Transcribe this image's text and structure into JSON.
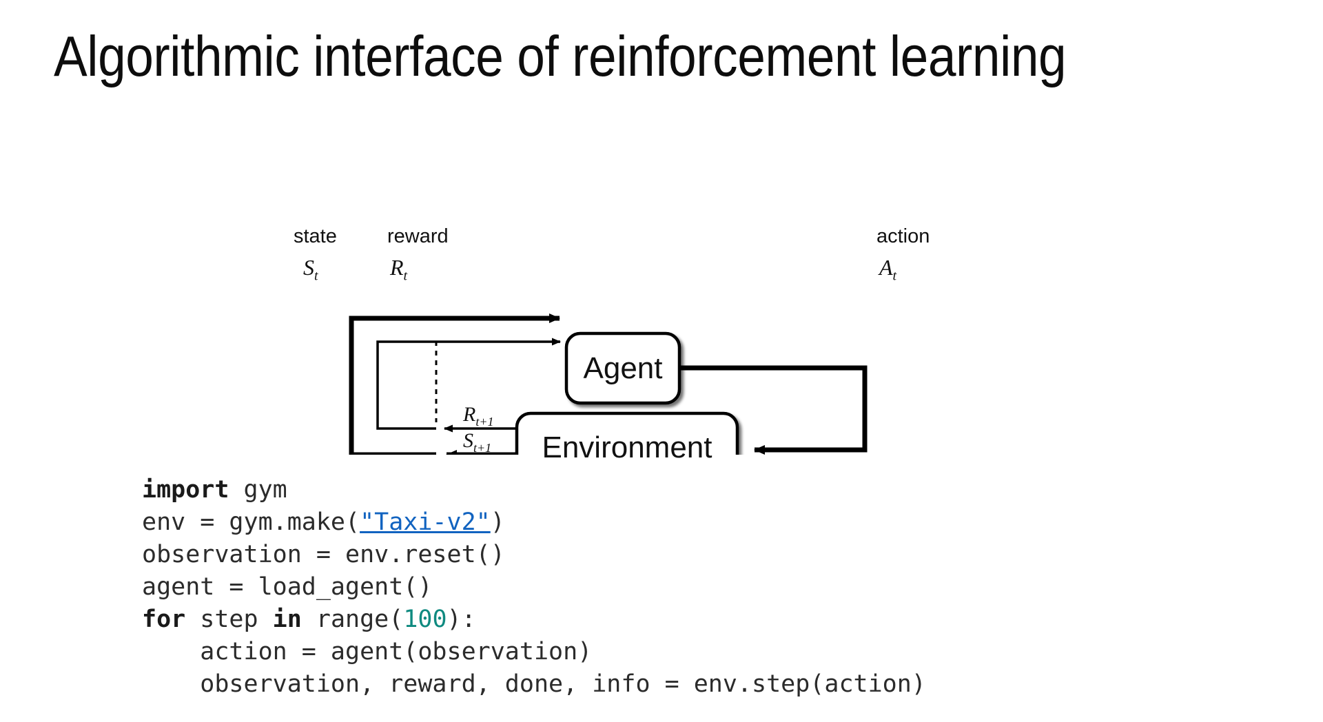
{
  "slide": {
    "title": "Algorithmic interface of reinforcement learning",
    "background_color": "#ffffff"
  },
  "diagram": {
    "name": "agent-environment-interaction-loop",
    "nodes": [
      {
        "id": "agent",
        "label": "Agent"
      },
      {
        "id": "environment",
        "label": "Environment"
      }
    ],
    "edge_labels": {
      "state": "state",
      "state_symbol": "S",
      "state_subscript": "t",
      "reward": "reward",
      "reward_symbol": "R",
      "reward_subscript": "t",
      "action": "action",
      "action_symbol": "A",
      "action_subscript": "t",
      "next_reward_symbol": "R",
      "next_reward_subscript": "t+1",
      "next_state_symbol": "S",
      "next_state_subscript": "t+1"
    },
    "stroke_color": "#000000",
    "node_fill": "#ffffff"
  },
  "code": {
    "language": "python",
    "colors": {
      "text": "#2b2b2b",
      "keyword": "#1a1a1a",
      "number": "#0f8a80",
      "link": "#1163c0"
    },
    "lines": [
      {
        "id": "l1",
        "tokens": [
          {
            "t": "kw",
            "v": "import"
          },
          {
            "t": "text",
            "v": " gym"
          }
        ]
      },
      {
        "id": "l2",
        "tokens": [
          {
            "t": "text",
            "v": "env = gym.make("
          },
          {
            "t": "link",
            "v": "\"Taxi-v2\""
          },
          {
            "t": "text",
            "v": ")"
          }
        ]
      },
      {
        "id": "l3",
        "tokens": [
          {
            "t": "text",
            "v": "observation = env.reset()"
          }
        ]
      },
      {
        "id": "l4",
        "tokens": [
          {
            "t": "text",
            "v": "agent = load_agent()"
          }
        ]
      },
      {
        "id": "l5",
        "tokens": [
          {
            "t": "kw",
            "v": "for"
          },
          {
            "t": "text",
            "v": " step "
          },
          {
            "t": "kw",
            "v": "in"
          },
          {
            "t": "text",
            "v": " range("
          },
          {
            "t": "num",
            "v": "100"
          },
          {
            "t": "text",
            "v": "):"
          }
        ]
      },
      {
        "id": "l6",
        "tokens": [
          {
            "t": "text",
            "v": "    action = agent(observation)"
          }
        ]
      },
      {
        "id": "l7",
        "tokens": [
          {
            "t": "text",
            "v": "    observation, reward, done, info = env.step(action)"
          }
        ]
      }
    ]
  }
}
